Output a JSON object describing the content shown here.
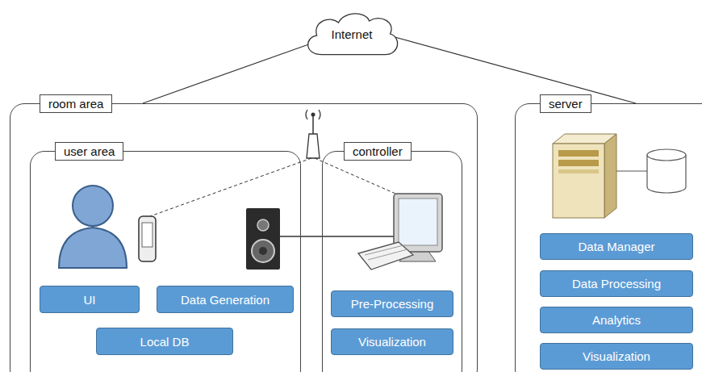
{
  "diagram": {
    "nodes": [
      {
        "text": [
          "Internet"
        ]
      },
      {
        "text": [
          "room area"
        ]
      },
      {
        "text": [
          "user area"
        ],
        "in": 1
      },
      {
        "text": [
          "UI"
        ],
        "in": 2
      },
      {
        "text": [
          "Data Generation"
        ],
        "in": 2
      },
      {
        "text": [
          "Local DB"
        ],
        "in": 2
      },
      {
        "text": [
          "controller"
        ],
        "in": 1
      },
      {
        "text": [
          "Pre-Processing"
        ],
        "in": 6
      },
      {
        "text": [
          "Visualization"
        ],
        "in": 6
      },
      {
        "text": [
          "server"
        ]
      },
      {
        "text": [
          "Data Manager"
        ],
        "in": 9
      },
      {
        "text": [
          "Data Processing"
        ],
        "in": 9
      },
      {
        "text": [
          "Analytics"
        ],
        "in": 9
      },
      {
        "text": [
          "Visualization"
        ],
        "in": 9
      }
    ],
    "edges": [
      {
        "from": 0,
        "to": 1,
        "arrow": "none"
      },
      {
        "from": 0,
        "to": 9,
        "arrow": "none"
      }
    ]
  }
}
